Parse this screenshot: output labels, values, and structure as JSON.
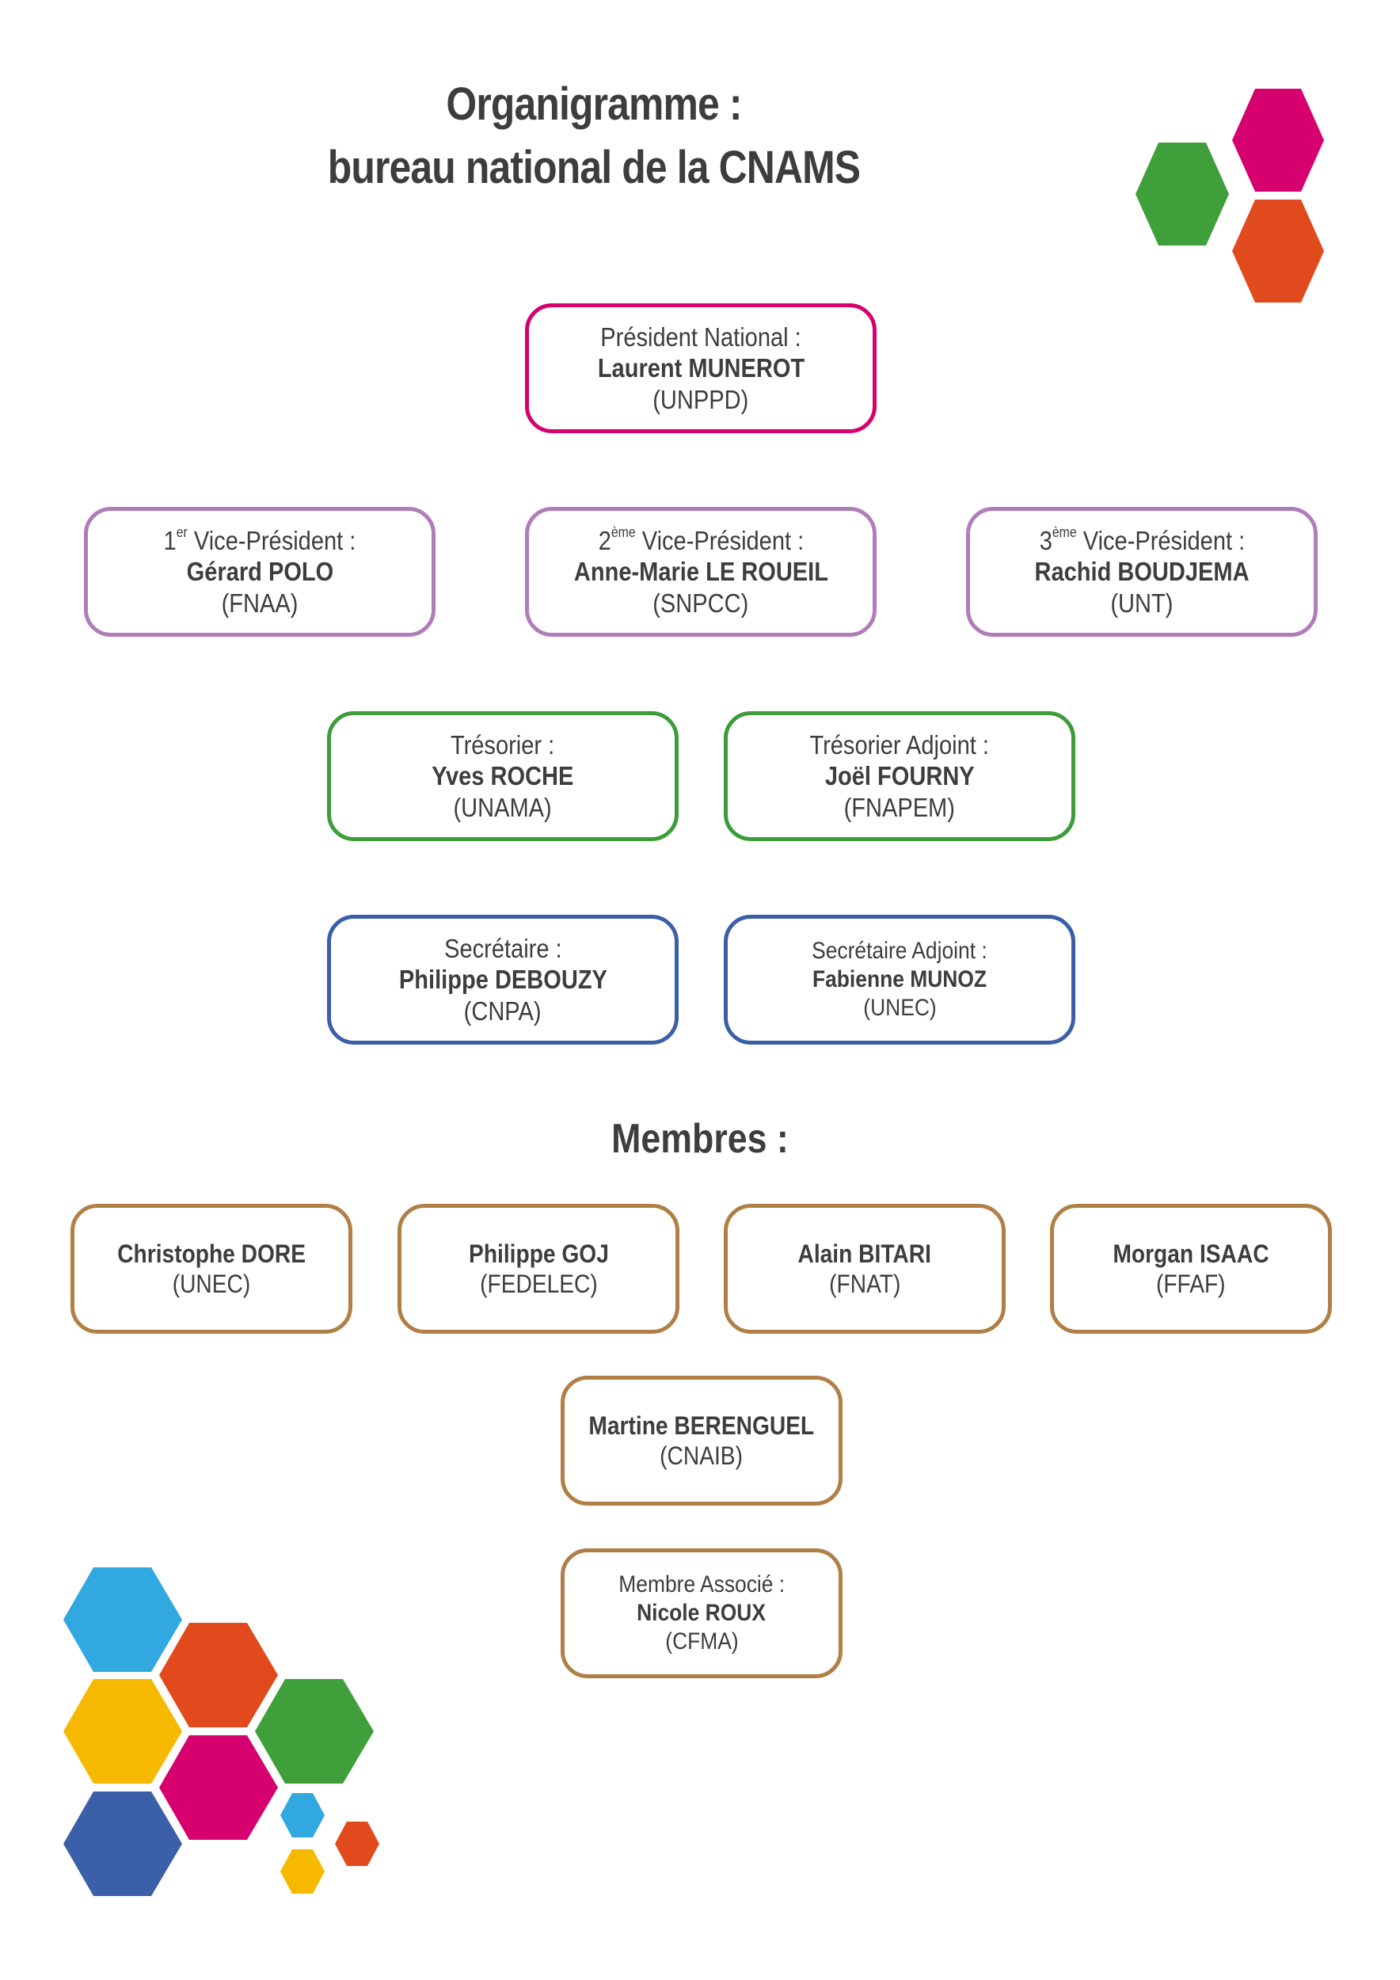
{
  "title": {
    "line1": "Organigramme :",
    "line2": "bureau national de la CNAMS"
  },
  "colors": {
    "pink": "#d6006f",
    "purple": "#b07cba",
    "green": "#3c9c3a",
    "blue": "#3a5fa8",
    "brown": "#b07f45",
    "orange": "#e04a1c",
    "hex_green": "#3f9f3a",
    "hex_cyan": "#31a8df",
    "hex_yellow": "#f6b900",
    "hex_navy": "#3b5fa9"
  },
  "president": {
    "role": "Président National :",
    "name": "Laurent MUNEROT",
    "org": "(UNPPD)"
  },
  "vice_presidents": [
    {
      "ordinal": "1",
      "sup": "er",
      "role": " Vice-Président :",
      "name": "Gérard POLO",
      "org": "(FNAA)"
    },
    {
      "ordinal": "2",
      "sup": "ème",
      "role": " Vice-Président :",
      "name": "Anne-Marie LE ROUEIL",
      "org": "(SNPCC)"
    },
    {
      "ordinal": "3",
      "sup": "ème",
      "role": " Vice-Président :",
      "name": "Rachid BOUDJEMA",
      "org": "(UNT)"
    }
  ],
  "treasurers": [
    {
      "role": "Trésorier :",
      "name": "Yves ROCHE",
      "org": "(UNAMA)"
    },
    {
      "role": "Trésorier Adjoint :",
      "name": "Joël FOURNY",
      "org": "(FNAPEM)"
    }
  ],
  "secretaries": [
    {
      "role": "Secrétaire :",
      "name": "Philippe DEBOUZY",
      "org": "(CNPA)"
    },
    {
      "role": "Secrétaire Adjoint :",
      "name": "Fabienne MUNOZ",
      "org": "(UNEC)"
    }
  ],
  "members_heading": "Membres :",
  "members": [
    {
      "name": "Christophe DORE",
      "org": "(UNEC)"
    },
    {
      "name": "Philippe GOJ",
      "org": "(FEDELEC)"
    },
    {
      "name": "Alain BITARI",
      "org": "(FNAT)"
    },
    {
      "name": "Morgan ISAAC",
      "org": "(FFAF)"
    },
    {
      "name": "Martine BERENGUEL",
      "org": "(CNAIB)"
    }
  ],
  "associate": {
    "role": "Membre Associé :",
    "name": "Nicole ROUX",
    "org": "(CFMA)"
  }
}
